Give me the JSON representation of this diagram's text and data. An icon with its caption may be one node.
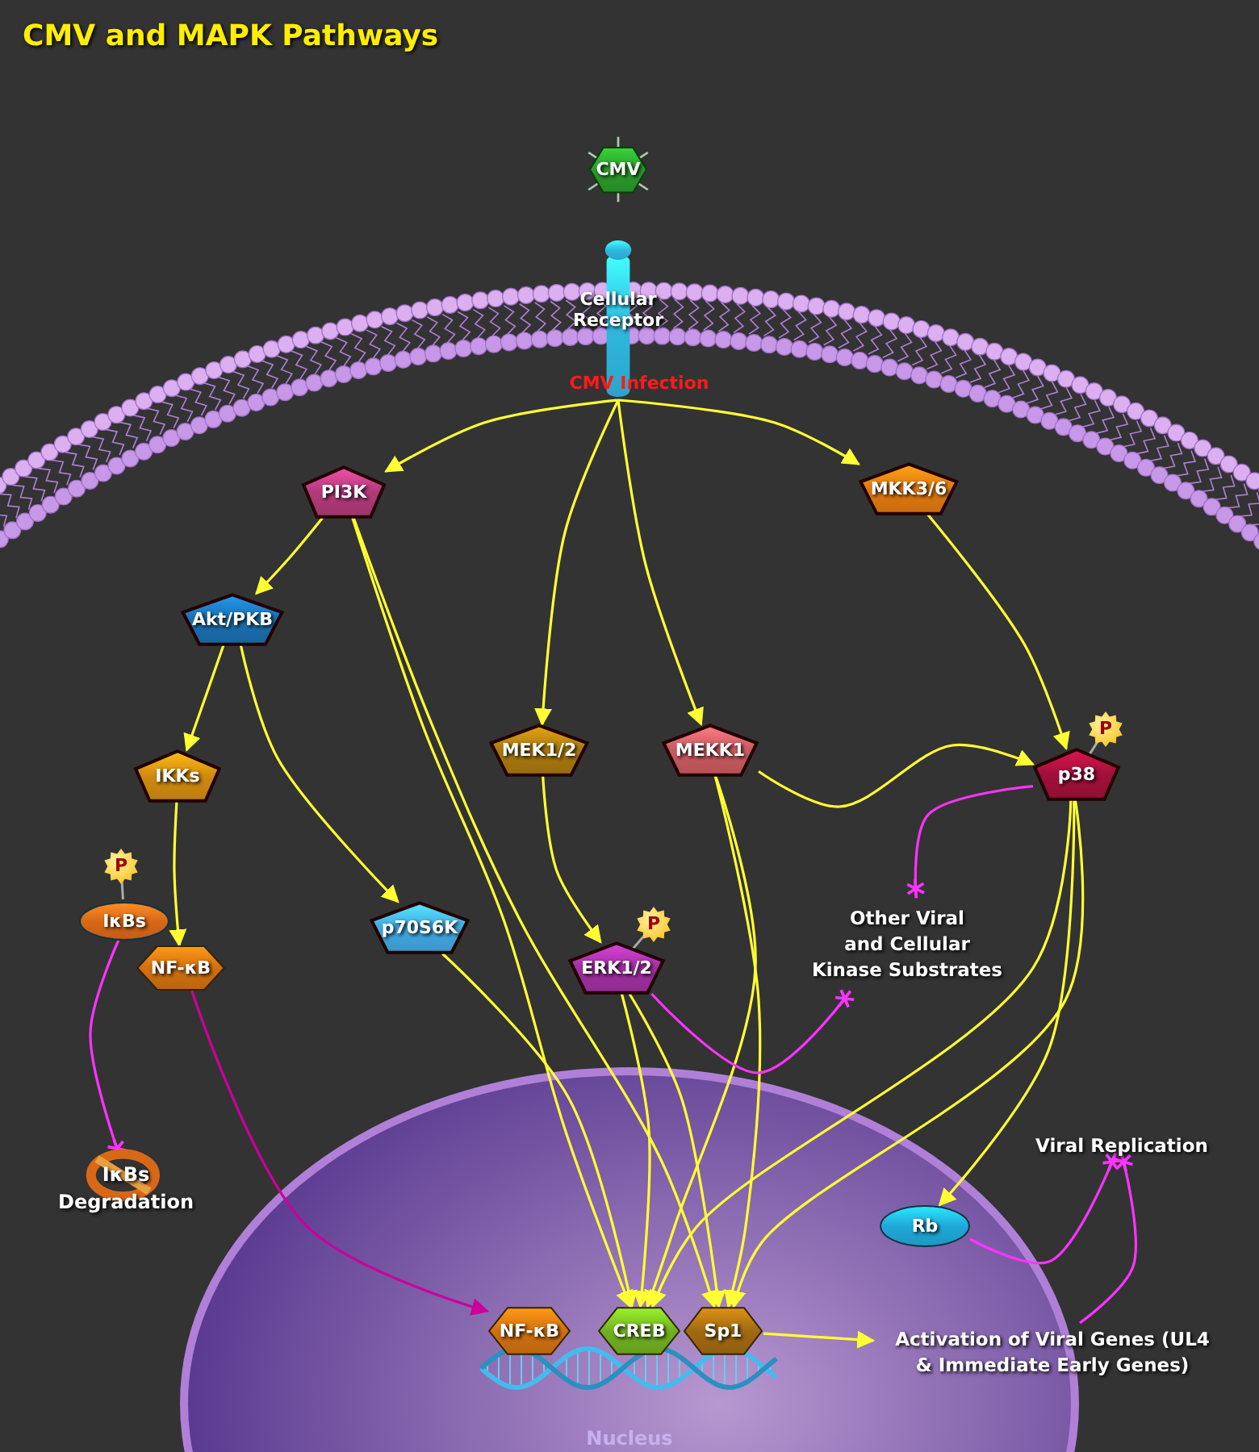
{
  "diagram": {
    "title": "CMV and MAPK Pathways",
    "nodes": [
      {
        "text": [
          "CMV"
        ]
      },
      {
        "text": [
          "Cellular Receptor"
        ],
        "beside": [
          "CMV Infection"
        ]
      },
      {
        "text": [
          "PI3K"
        ]
      },
      {
        "text": [
          "MKK3/6"
        ]
      },
      {
        "text": [
          "Akt/PKB"
        ]
      },
      {
        "text": [
          "IKKs"
        ]
      },
      {
        "text": [
          "MEK1/2"
        ]
      },
      {
        "text": [
          "MEKK1"
        ]
      },
      {
        "text": [
          "p38"
        ],
        "beside": [
          "P"
        ]
      },
      {
        "text": [
          "IκBs"
        ],
        "beside": [
          "P"
        ]
      },
      {
        "text": [
          "NF-κB"
        ]
      },
      {
        "text": [
          "p70S6K"
        ]
      },
      {
        "text": [
          "ERK1/2"
        ],
        "beside": [
          "P"
        ]
      },
      {
        "text": [
          "Other Viral and Cellular Kinase Substrates"
        ]
      },
      {
        "text": [
          "IκBs Degradation"
        ]
      },
      {
        "text": [
          "Viral Replication"
        ]
      },
      {
        "text": [
          "Nucleus"
        ]
      },
      {
        "text": [
          "Rb"
        ],
        "in": 16
      },
      {
        "text": [
          "NF-κB"
        ],
        "in": 16
      },
      {
        "text": [
          "CREB"
        ],
        "in": 16
      },
      {
        "text": [
          "Sp1"
        ],
        "in": 16
      },
      {
        "text": [
          "Activation of Viral Genes (UL4 & Immediate Early Genes)"
        ]
      }
    ],
    "edges": [
      {
        "from": 1,
        "to": 2,
        "arrow": "to"
      },
      {
        "from": 1,
        "to": 6,
        "arrow": "to"
      },
      {
        "from": 1,
        "to": 7,
        "arrow": "to"
      },
      {
        "from": 1,
        "to": 3,
        "arrow": "to"
      },
      {
        "from": 2,
        "to": 4,
        "arrow": "to"
      },
      {
        "from": 2,
        "to": 19,
        "arrow": "to"
      },
      {
        "from": 2,
        "to": 20,
        "arrow": "to"
      },
      {
        "from": 4,
        "to": 5,
        "arrow": "to"
      },
      {
        "from": 4,
        "to": 11,
        "arrow": "to"
      },
      {
        "from": 5,
        "to": 10,
        "arrow": "to"
      },
      {
        "from": 6,
        "to": 12,
        "arrow": "to"
      },
      {
        "from": 3,
        "to": 8,
        "arrow": "to"
      },
      {
        "from": 7,
        "to": 8,
        "arrow": "to"
      },
      {
        "from": 7,
        "to": 19,
        "arrow": "to"
      },
      {
        "from": 7,
        "to": 20,
        "arrow": "to"
      },
      {
        "from": 11,
        "to": 19,
        "arrow": "to"
      },
      {
        "from": 12,
        "to": 19,
        "arrow": "to"
      },
      {
        "from": 12,
        "to": 20,
        "arrow": "to"
      },
      {
        "from": 8,
        "to": 19,
        "arrow": "to"
      },
      {
        "from": 8,
        "to": 20,
        "arrow": "to"
      },
      {
        "from": 8,
        "to": 17,
        "arrow": "to"
      },
      {
        "from": 10,
        "to": 18,
        "arrow": "to",
        "color": "#cc0099"
      },
      {
        "from": 9,
        "to": 14,
        "arrow": "other",
        "color": "#ff33ff"
      },
      {
        "from": 8,
        "to": 13,
        "arrow": "other",
        "color": "#ff33ff"
      },
      {
        "from": 12,
        "to": 13,
        "arrow": "other",
        "color": "#ff33ff"
      },
      {
        "from": 17,
        "to": 15,
        "arrow": "other",
        "color": "#ff33ff"
      },
      {
        "from": 21,
        "to": 15,
        "arrow": "other",
        "color": "#ff33ff"
      },
      {
        "from": 20,
        "to": 21,
        "arrow": "to"
      }
    ]
  }
}
